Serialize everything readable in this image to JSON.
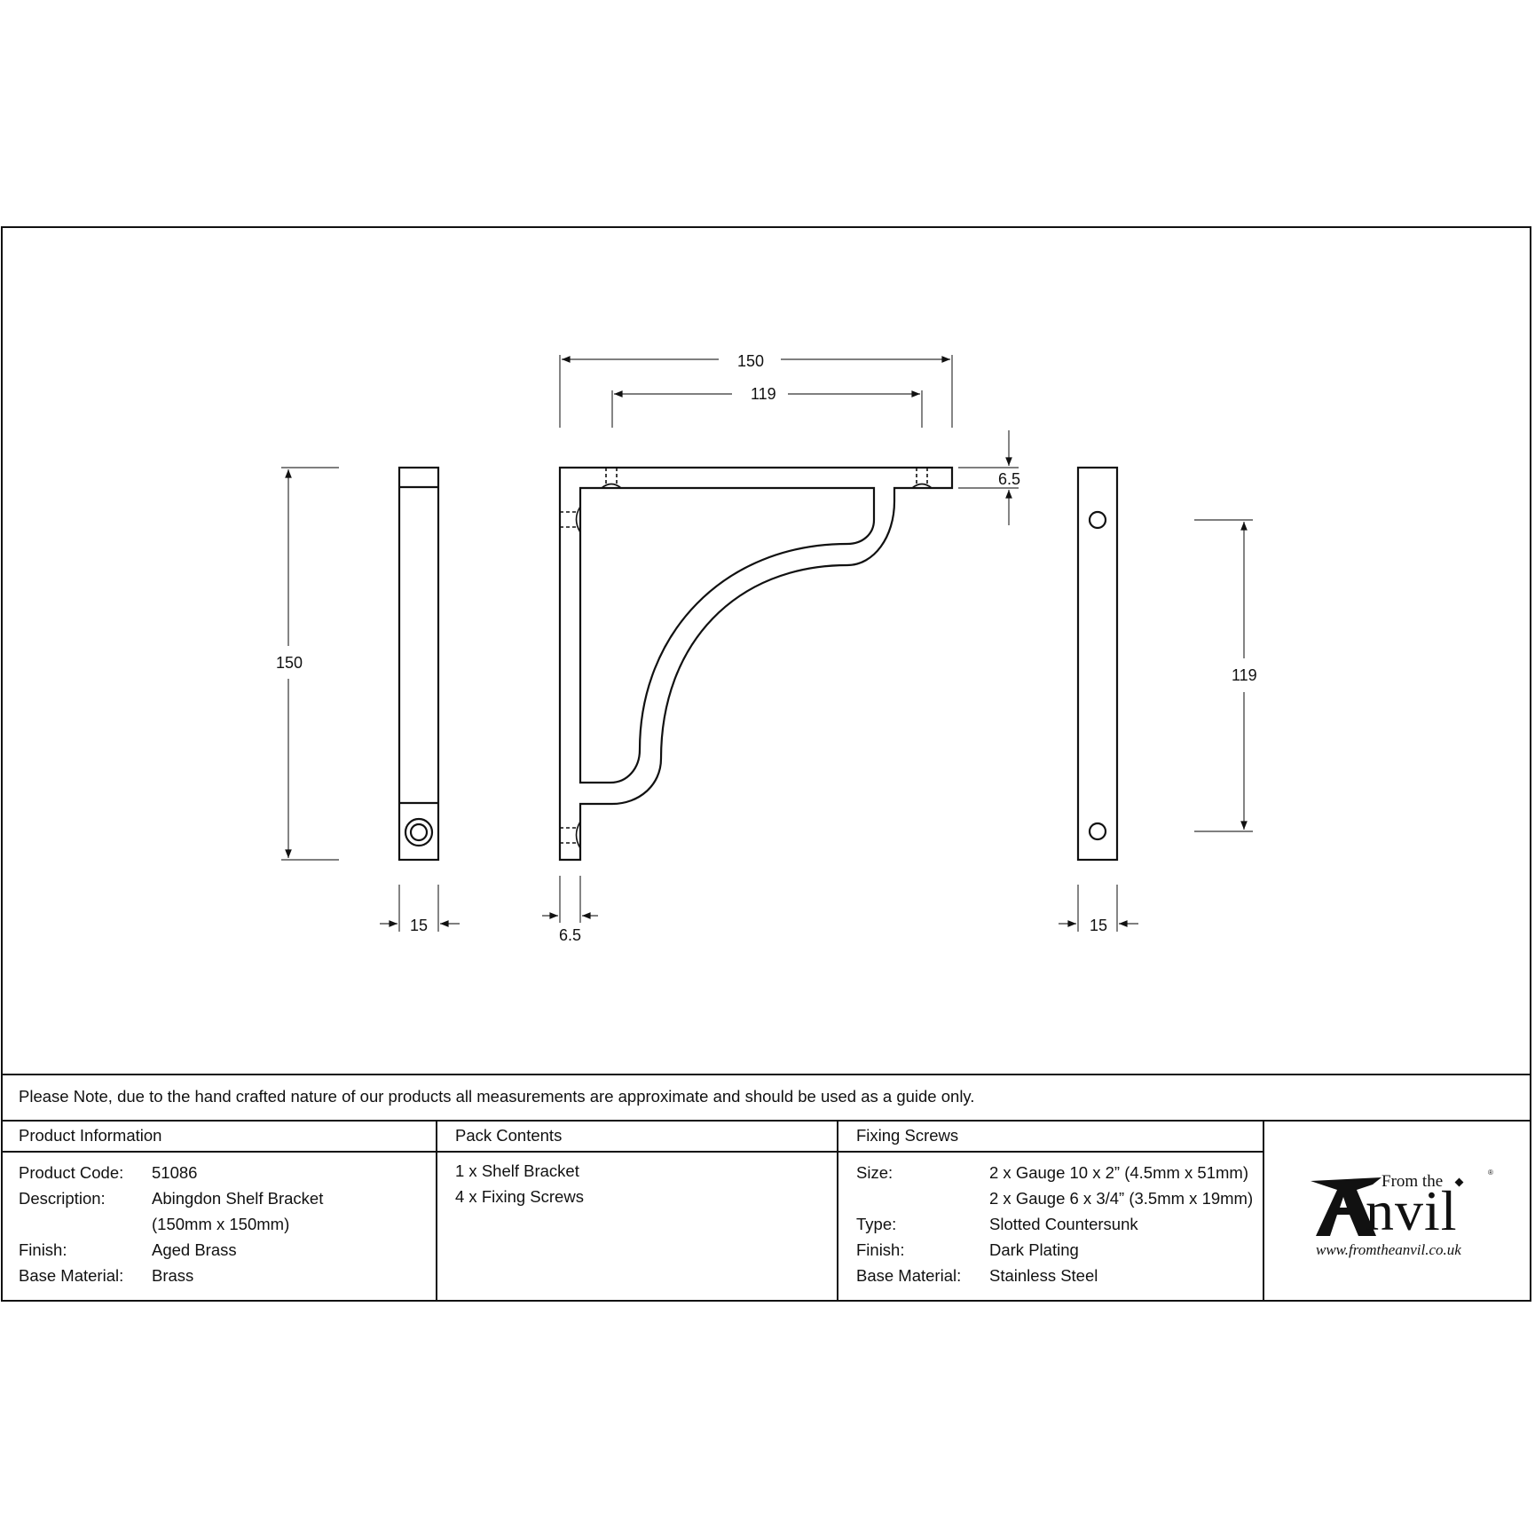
{
  "drawing": {
    "front_view": {
      "width_overall": "150",
      "fixing_centres_horizontal": "119",
      "thickness_top": "6.5",
      "thickness_back": "6.5"
    },
    "side_view": {
      "height_overall": "150",
      "width": "15"
    },
    "back_view": {
      "fixing_centres_vertical": "119",
      "width": "15"
    }
  },
  "note": "Please Note, due to the hand crafted nature of our products all measurements are approximate and should be used as a guide only.",
  "product_information": {
    "heading": "Product Information",
    "rows": [
      {
        "label": "Product Code:",
        "value": "51086"
      },
      {
        "label": "Description:",
        "value": "Abingdon Shelf Bracket"
      },
      {
        "label": "",
        "value": "(150mm x 150mm)"
      },
      {
        "label": "Finish:",
        "value": "Aged Brass"
      },
      {
        "label": "Base Material:",
        "value": "Brass"
      }
    ]
  },
  "pack_contents": {
    "heading": "Pack Contents",
    "items": [
      "1 x Shelf Bracket",
      "4 x Fixing Screws"
    ]
  },
  "fixing_screws": {
    "heading": "Fixing Screws",
    "rows": [
      {
        "label": "Size:",
        "value": "2 x Gauge 10 x 2” (4.5mm x 51mm)"
      },
      {
        "label": "",
        "value": "2 x Gauge 6 x 3/4” (3.5mm x 19mm)"
      },
      {
        "label": "Type:",
        "value": "Slotted Countersunk"
      },
      {
        "label": "Finish:",
        "value": "Dark Plating"
      },
      {
        "label": "Base Material:",
        "value": "Stainless Steel"
      }
    ]
  },
  "logo": {
    "from_the": "From the",
    "brand": "Anvil",
    "registered": "®",
    "url": "www.fromtheanvil.co.uk"
  }
}
